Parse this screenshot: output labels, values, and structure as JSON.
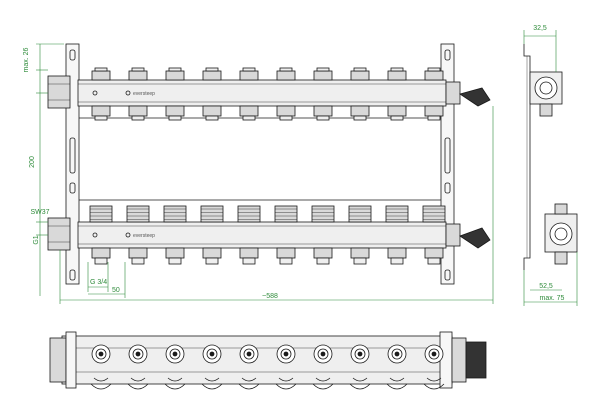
{
  "brand_label": "eversteep",
  "outlet_count": 10,
  "colors": {
    "line": "#1a1a1a",
    "dimension": "#2e8b3a",
    "body_fill": "#efefef",
    "cap_fill": "#d9d9d9"
  },
  "dimensions": {
    "max_top": "max. 26",
    "spacing_vertical": "200",
    "hex_size": "SW37",
    "inlet_thread": "G1",
    "outlet_thread": "G 3/4",
    "outlet_pitch": "50",
    "overall_length": "~588",
    "side_top_width": "32,5",
    "side_bottom_offset": "52,5",
    "side_max_depth": "max. 75"
  }
}
